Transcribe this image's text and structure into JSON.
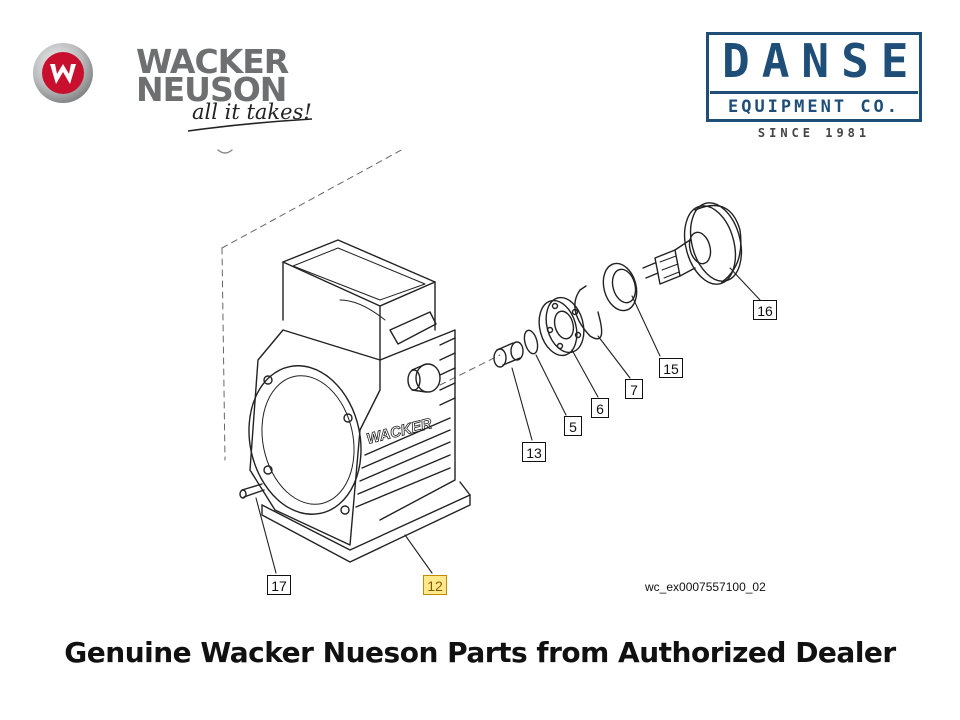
{
  "brand": {
    "line1": "WACKER",
    "line2": "NEUSON",
    "tagline": "all it takes!",
    "badge_letter": "W",
    "badge_color": "#c8102e",
    "word_color": "#6d6f71"
  },
  "dealer": {
    "name": "DANSE",
    "subtitle": "EQUIPMENT CO.",
    "since": "SINCE 1981",
    "color": "#1f4e79"
  },
  "diagram": {
    "casting_lettering": "WACKER",
    "reference_code": "wc_ex0007557100_02",
    "callouts": [
      {
        "id": "16",
        "highlighted": false
      },
      {
        "id": "15",
        "highlighted": false
      },
      {
        "id": "7",
        "highlighted": false
      },
      {
        "id": "6",
        "highlighted": false
      },
      {
        "id": "5",
        "highlighted": false
      },
      {
        "id": "13",
        "highlighted": false
      },
      {
        "id": "17",
        "highlighted": false
      },
      {
        "id": "12",
        "highlighted": true
      }
    ],
    "highlight_color": "#ffe98a"
  },
  "caption": "Genuine Wacker Nueson Parts from Authorized Dealer"
}
